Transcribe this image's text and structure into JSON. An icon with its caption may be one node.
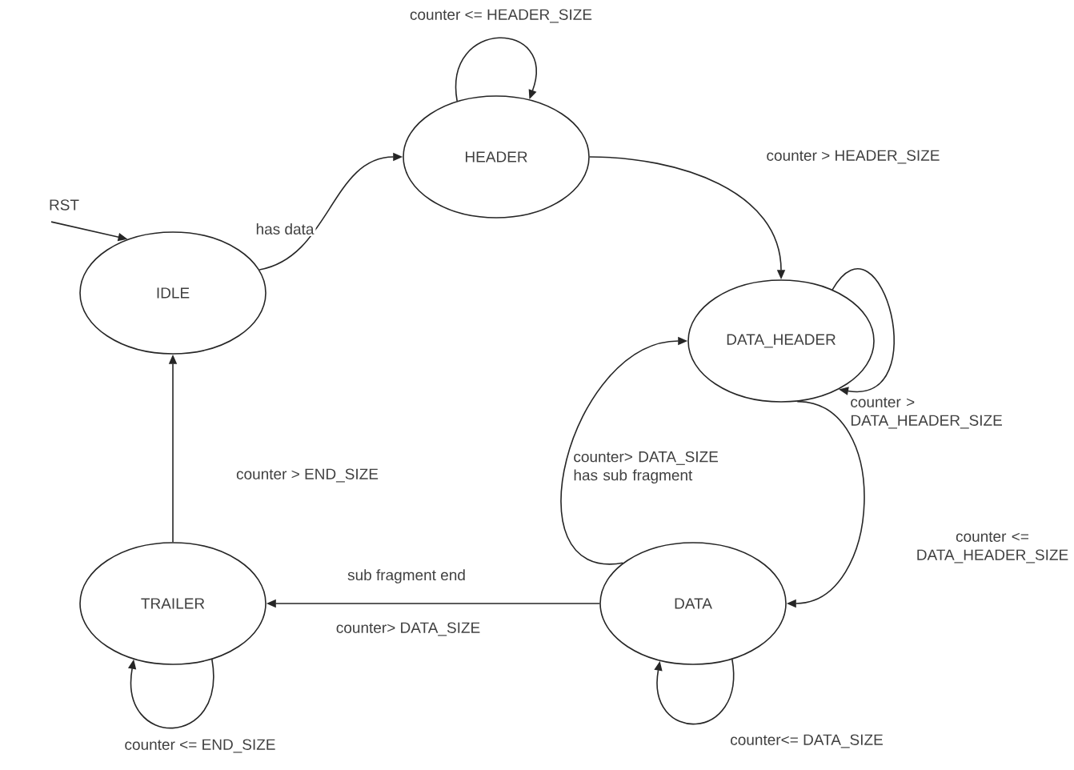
{
  "diagram": {
    "nodes": [
      {
        "text": [
          "RST"
        ]
      },
      {
        "text": [
          "IDLE"
        ]
      },
      {
        "text": [
          "HEADER"
        ]
      },
      {
        "text": [
          "DATA_HEADER"
        ]
      },
      {
        "text": [
          "DATA"
        ]
      },
      {
        "text": [
          "TRAILER"
        ]
      }
    ],
    "edges": [
      {
        "from": 0,
        "to": 1,
        "arrow": "to"
      },
      {
        "from": 1,
        "to": 2,
        "arrow": "to",
        "label": "has data"
      },
      {
        "from": 2,
        "to": 2,
        "arrow": "to",
        "label": "counter <= HEADER_SIZE"
      },
      {
        "from": 2,
        "to": 3,
        "arrow": "to",
        "label": "counter > HEADER_SIZE"
      },
      {
        "from": 3,
        "to": 3,
        "arrow": "to",
        "label": "counter > DATA_HEADER_SIZE"
      },
      {
        "from": 3,
        "to": 4,
        "arrow": "to",
        "label": "counter <= DATA_HEADER_SIZE"
      },
      {
        "from": 4,
        "to": 3,
        "arrow": "to",
        "label": "counter> DATA_SIZE has sub fragment"
      },
      {
        "from": 4,
        "to": 4,
        "arrow": "to",
        "label": "counter<= DATA_SIZE"
      },
      {
        "from": 4,
        "to": 5,
        "arrow": "to",
        "label": "sub fragment end"
      },
      {
        "from": 5,
        "to": 5,
        "arrow": "to",
        "label": "counter <= END_SIZE"
      },
      {
        "from": 5,
        "to": 1,
        "arrow": "to",
        "label": "counter > END_SIZE"
      }
    ],
    "labels": [
      "counter> DATA_SIZE"
    ]
  }
}
